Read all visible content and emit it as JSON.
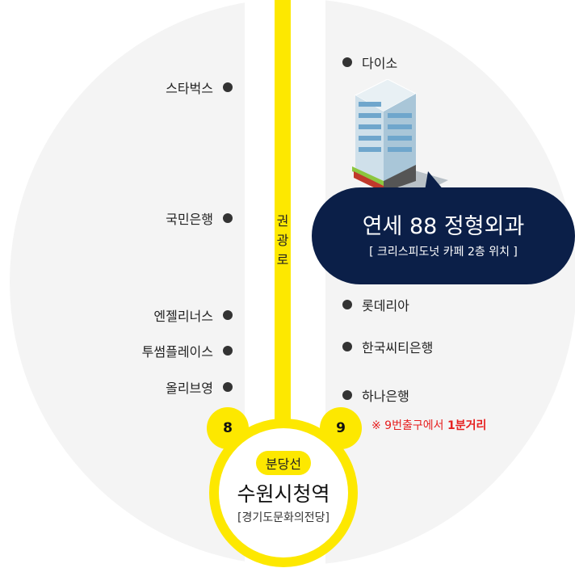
{
  "road": {
    "name": "권광로"
  },
  "left_pois": [
    "스타벅스",
    "국민은행",
    "엔젤리너스",
    "투썸플레이스",
    "올리브영"
  ],
  "right_pois": [
    "다이소",
    "롯데리아",
    "한국씨티은행",
    "하나은행"
  ],
  "station": {
    "line": "분당선",
    "name": "수원시청역",
    "sub": "[경기도문화의전당]",
    "exit_left": "8",
    "exit_right": "9"
  },
  "note": {
    "prefix": "※ 9번출구에서 ",
    "emphasis": "1분거리"
  },
  "callout": {
    "title": "연세 88 정형외과",
    "subtitle": "[ 크리스피도넛 카페 2층 위치 ]"
  },
  "colors": {
    "line": "#fde800",
    "callout_bg": "#0b1f48",
    "note": "#e62020",
    "bg": "#f4f4f4"
  }
}
